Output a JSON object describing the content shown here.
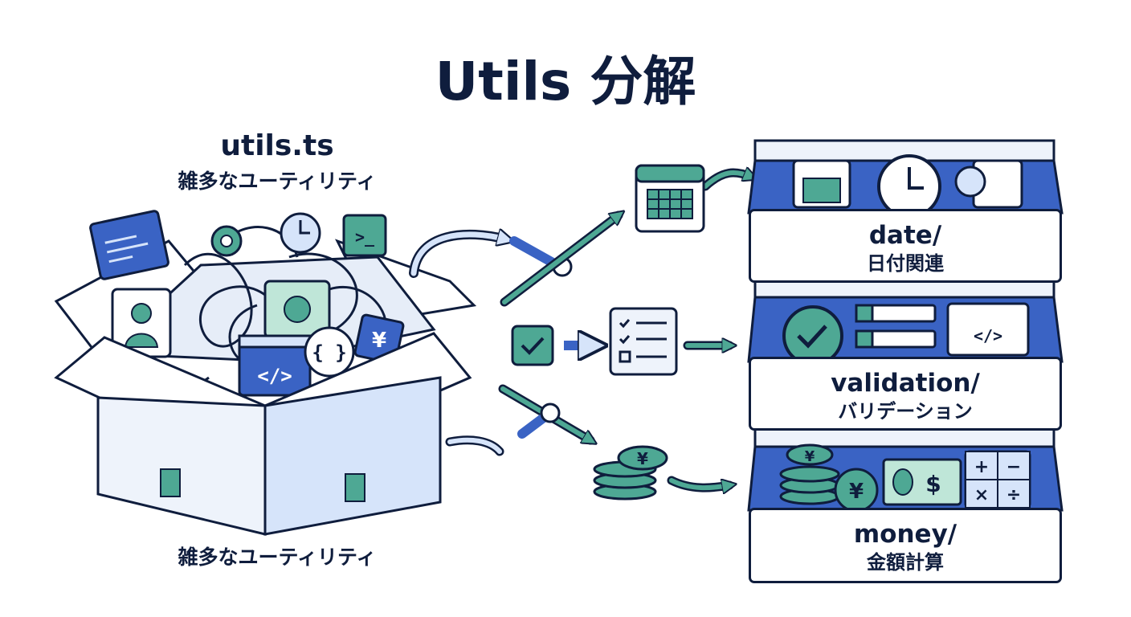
{
  "title": "Utils 分解",
  "source": {
    "filename": "utils.ts",
    "subtitle": "雑多なユーティリティ",
    "caption": "雑多なユーティリティ"
  },
  "drawers": [
    {
      "name": "date/",
      "description": "日付関連"
    },
    {
      "name": "validation/",
      "description": "バリデーション"
    },
    {
      "name": "money/",
      "description": "金額計算"
    }
  ],
  "icons": {
    "code_tag": "</>",
    "braces": "{ }",
    "yen": "¥",
    "dollar": "$",
    "terminal": ">_",
    "math_ops": [
      "+",
      "−",
      "×",
      "÷"
    ]
  },
  "colors": {
    "navy": "#0f1d3d",
    "blue": "#3a63c4",
    "teal": "#4ea894",
    "mint": "#bfe6d8",
    "light_blue": "#d6e4fa",
    "pale": "#eef3fb"
  }
}
